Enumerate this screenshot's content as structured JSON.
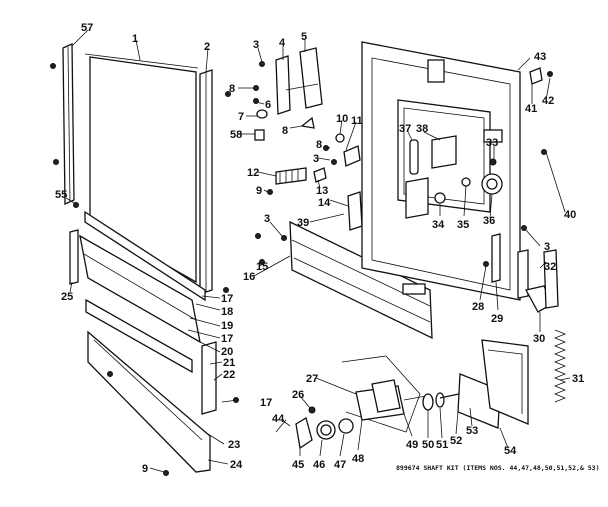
{
  "caption": "",
  "kit_caption": "899674 SHAFT KIT (ITEMS NOS. 44,47,48,50,51,52,& 53)",
  "callouts": [
    {
      "id": "c57",
      "text": "57"
    },
    {
      "id": "c1",
      "text": "1"
    },
    {
      "id": "c2",
      "text": "2"
    },
    {
      "id": "c3a",
      "text": "3"
    },
    {
      "id": "c4",
      "text": "4"
    },
    {
      "id": "c5",
      "text": "5"
    },
    {
      "id": "c8a",
      "text": "8"
    },
    {
      "id": "c6",
      "text": "6"
    },
    {
      "id": "c7",
      "text": "7"
    },
    {
      "id": "c8b",
      "text": "8"
    },
    {
      "id": "c58",
      "text": "58"
    },
    {
      "id": "c8c",
      "text": "8"
    },
    {
      "id": "c10",
      "text": "10"
    },
    {
      "id": "c11",
      "text": "11"
    },
    {
      "id": "c3b",
      "text": "3"
    },
    {
      "id": "c12",
      "text": "12"
    },
    {
      "id": "c9a",
      "text": "9"
    },
    {
      "id": "c13",
      "text": "13"
    },
    {
      "id": "c14",
      "text": "14"
    },
    {
      "id": "c55",
      "text": "55"
    },
    {
      "id": "c39",
      "text": "39"
    },
    {
      "id": "c3c",
      "text": "3"
    },
    {
      "id": "c15",
      "text": "15"
    },
    {
      "id": "c16",
      "text": "16"
    },
    {
      "id": "c25",
      "text": "25"
    },
    {
      "id": "c17a",
      "text": "17"
    },
    {
      "id": "c18a",
      "text": "18"
    },
    {
      "id": "c19",
      "text": "19"
    },
    {
      "id": "c17b",
      "text": "17"
    },
    {
      "id": "c20",
      "text": "20"
    },
    {
      "id": "c21",
      "text": "21"
    },
    {
      "id": "c22",
      "text": "22"
    },
    {
      "id": "c17c",
      "text": "17"
    },
    {
      "id": "c23",
      "text": "23"
    },
    {
      "id": "c24",
      "text": "24"
    },
    {
      "id": "c9b",
      "text": "9"
    },
    {
      "id": "c43",
      "text": "43"
    },
    {
      "id": "c41",
      "text": "41"
    },
    {
      "id": "c42",
      "text": "42"
    },
    {
      "id": "c37",
      "text": "37"
    },
    {
      "id": "c38",
      "text": "38"
    },
    {
      "id": "c33",
      "text": "33"
    },
    {
      "id": "c36",
      "text": "36"
    },
    {
      "id": "c34",
      "text": "34"
    },
    {
      "id": "c35",
      "text": "35"
    },
    {
      "id": "c40",
      "text": "40"
    },
    {
      "id": "c3d",
      "text": "3"
    },
    {
      "id": "c32",
      "text": "32"
    },
    {
      "id": "c28",
      "text": "28"
    },
    {
      "id": "c29",
      "text": "29"
    },
    {
      "id": "c30",
      "text": "30"
    },
    {
      "id": "c31",
      "text": "31"
    },
    {
      "id": "c27",
      "text": "27"
    },
    {
      "id": "c26",
      "text": "26"
    },
    {
      "id": "c44",
      "text": "44"
    },
    {
      "id": "c45",
      "text": "45"
    },
    {
      "id": "c46",
      "text": "46"
    },
    {
      "id": "c47",
      "text": "47"
    },
    {
      "id": "c48",
      "text": "48"
    },
    {
      "id": "c49",
      "text": "49"
    },
    {
      "id": "c50",
      "text": "50"
    },
    {
      "id": "c51",
      "text": "51"
    },
    {
      "id": "c52",
      "text": "52"
    },
    {
      "id": "c53",
      "text": "53"
    },
    {
      "id": "c54",
      "text": "54"
    }
  ]
}
